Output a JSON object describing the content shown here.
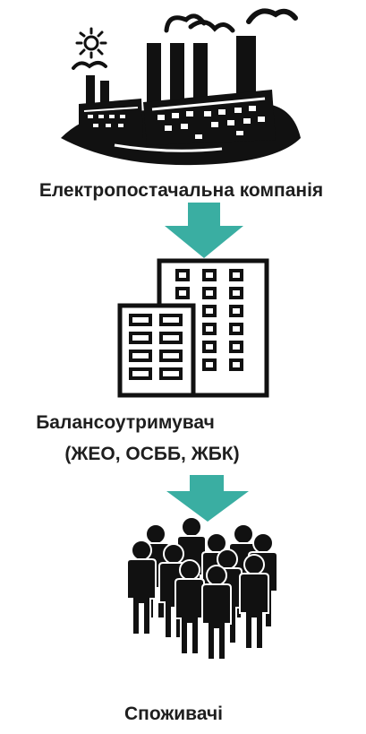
{
  "diagram": {
    "nodes": [
      {
        "id": "supplier",
        "icon": "factory-icon",
        "label": "Електропостачальна компанія"
      },
      {
        "id": "intermediary",
        "icon": "apartment-building-icon",
        "label_line1": "Балансоутримувач",
        "label_line2": "(ЖЕО, ОСББ, ЖБК)"
      },
      {
        "id": "consumers",
        "icon": "people-group-icon",
        "label": "Споживачі"
      }
    ],
    "edges": [
      {
        "from": "supplier",
        "to": "intermediary",
        "icon": "arrow-down-icon"
      },
      {
        "from": "intermediary",
        "to": "consumers",
        "icon": "arrow-down-icon"
      }
    ],
    "colors": {
      "arrow": "#3aaea2",
      "icon": "#111111",
      "text": "#1e1e1e"
    }
  }
}
